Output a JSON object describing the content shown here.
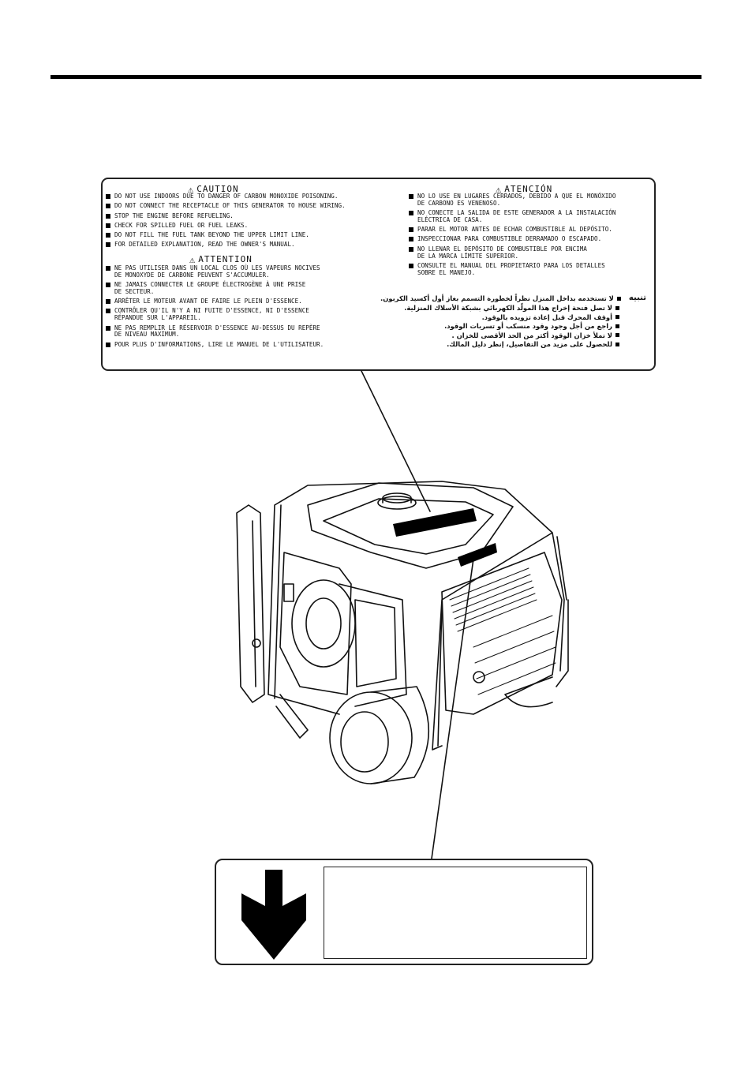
{
  "caution_label": {
    "en": {
      "title": "CAUTION",
      "items": [
        "DO NOT USE INDOORS DUE TO DANGER OF CARBON MONOXIDE POISONING.",
        "DO NOT CONNECT THE RECEPTACLE OF THIS GENERATOR TO HOUSE WIRING.",
        "STOP THE ENGINE BEFORE REFUELING.",
        "CHECK FOR SPILLED FUEL OR FUEL LEAKS.",
        "DO NOT FILL THE FUEL TANK BEYOND THE UPPER LIMIT LINE.",
        "FOR DETAILED EXPLANATION, READ THE OWNER'S MANUAL."
      ]
    },
    "fr": {
      "title": "ATTENTION",
      "items": [
        "NE PAS UTILISER DANS UN LOCAL CLOS OÙ LES VAPEURS NOCIVES\nDE MONOXYDE DE CARBONE PEUVENT S'ACCUMULER.",
        "NE JAMAIS CONNECTER LE GROUPE ÉLECTROGÈNE À UNE PRISE\nDE SECTEUR.",
        "ARRÊTER LE MOTEUR AVANT DE FAIRE LE PLEIN D'ESSENCE.",
        "CONTRÔLER QU'IL N'Y A NI FUITE D'ESSENCE, NI D'ESSENCE\nRÉPANDUE SUR L'APPAREIL.",
        "NE PAS REMPLIR LE RÉSERVOIR D'ESSENCE AU-DESSUS DU REPÈRE\nDE NIVEAU MAXIMUM.",
        "POUR PLUS D'INFORMATIONS, LIRE LE MANUEL DE L'UTILISATEUR."
      ]
    },
    "es": {
      "title": "ATENCIÓN",
      "items": [
        "NO LO USE EN LUGARES CERRADOS, DEBIDO A QUE EL MONÓXIDO\nDE CARBONO ES VENENOSO.",
        "NO CONECTE LA SALIDA DE ESTE GENERADOR A LA INSTALACIÓN\nELÉCTRICA DE CASA.",
        "PARAR EL MOTOR ANTES DE ECHAR COMBUSTIBLE AL DEPÓSITO.",
        "INSPECCIONAR PARA COMBUSTIBLE DERRAMADO O ESCAPADO.",
        "NO LLENAR EL DEPÓSITO DE COMBUSTIBLE POR ENCIMA\nDE LA MARCA LÍMITE SUPERIOR.",
        "CONSULTE EL MANUAL DEL PROPIETARIO PARA LOS DETALLES\nSOBRE EL MANEJO."
      ]
    },
    "ar": {
      "title": "تنبيه",
      "items": [
        "لا تستخدمه بداخل المنزل نظراً لخطورة التسمم بغاز أول أكسيد الكربون.",
        "لا تصل فتحة إخراج هذا المولّد الكهربائي بشبكة الأسلاك المنزلية.",
        "أوقف المحرك قبل إعادة تزويده بالوقود.",
        "راجع من أجل وجود وقود منسكب أو تسربات الوقود.",
        "لا تملأ خزان الوقود أكثر من الحد الأقصى للخزان .",
        "للحصول على مزيد من التفاصيل، إنظر دليل المالك."
      ]
    }
  },
  "icons": {
    "warning": "warning-triangle-icon",
    "arrow": "down-arrow-icon",
    "illustration": "generator-illustration"
  }
}
